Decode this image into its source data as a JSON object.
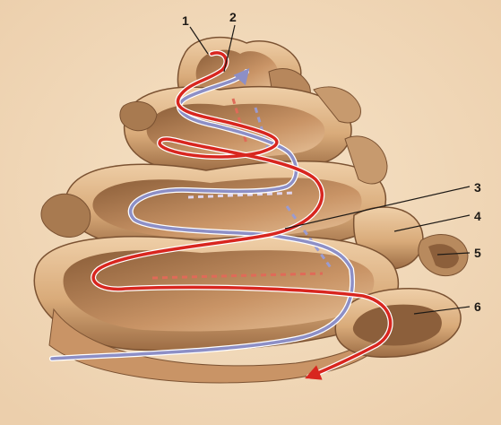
{
  "labels": [
    "1",
    "2",
    "3",
    "4",
    "5",
    "6"
  ],
  "colors": {
    "background": "#f2d9b8",
    "chamber_light": "#e3b98a",
    "chamber_dark": "#b27e52",
    "chamber_shadow": "#6e4a2c",
    "ascending_path": "#8d8fc6",
    "descending_path": "#d8261f",
    "leader_line": "#1e1a16"
  },
  "icons": [
    "arrowhead-blue",
    "arrowhead-red"
  ]
}
